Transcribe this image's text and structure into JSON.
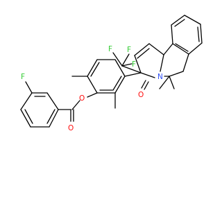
{
  "molecule": {
    "atoms": {
      "F_aryl": {
        "label": "F",
        "color": "#33cc33"
      },
      "O_ester_carbonyl": {
        "label": "O",
        "color": "#ff0d0d"
      },
      "O_ester_link": {
        "label": "O",
        "color": "#ff0d0d"
      },
      "F_cf3_1": {
        "label": "F",
        "color": "#33cc33"
      },
      "F_cf3_2": {
        "label": "F",
        "color": "#33cc33"
      },
      "F_cf3_3": {
        "label": "F",
        "color": "#33cc33"
      },
      "N_lactam": {
        "label": "N",
        "color": "#3050f8"
      },
      "O_lactam": {
        "label": "O",
        "color": "#ff0d0d"
      }
    },
    "bond_color": "#000000"
  }
}
